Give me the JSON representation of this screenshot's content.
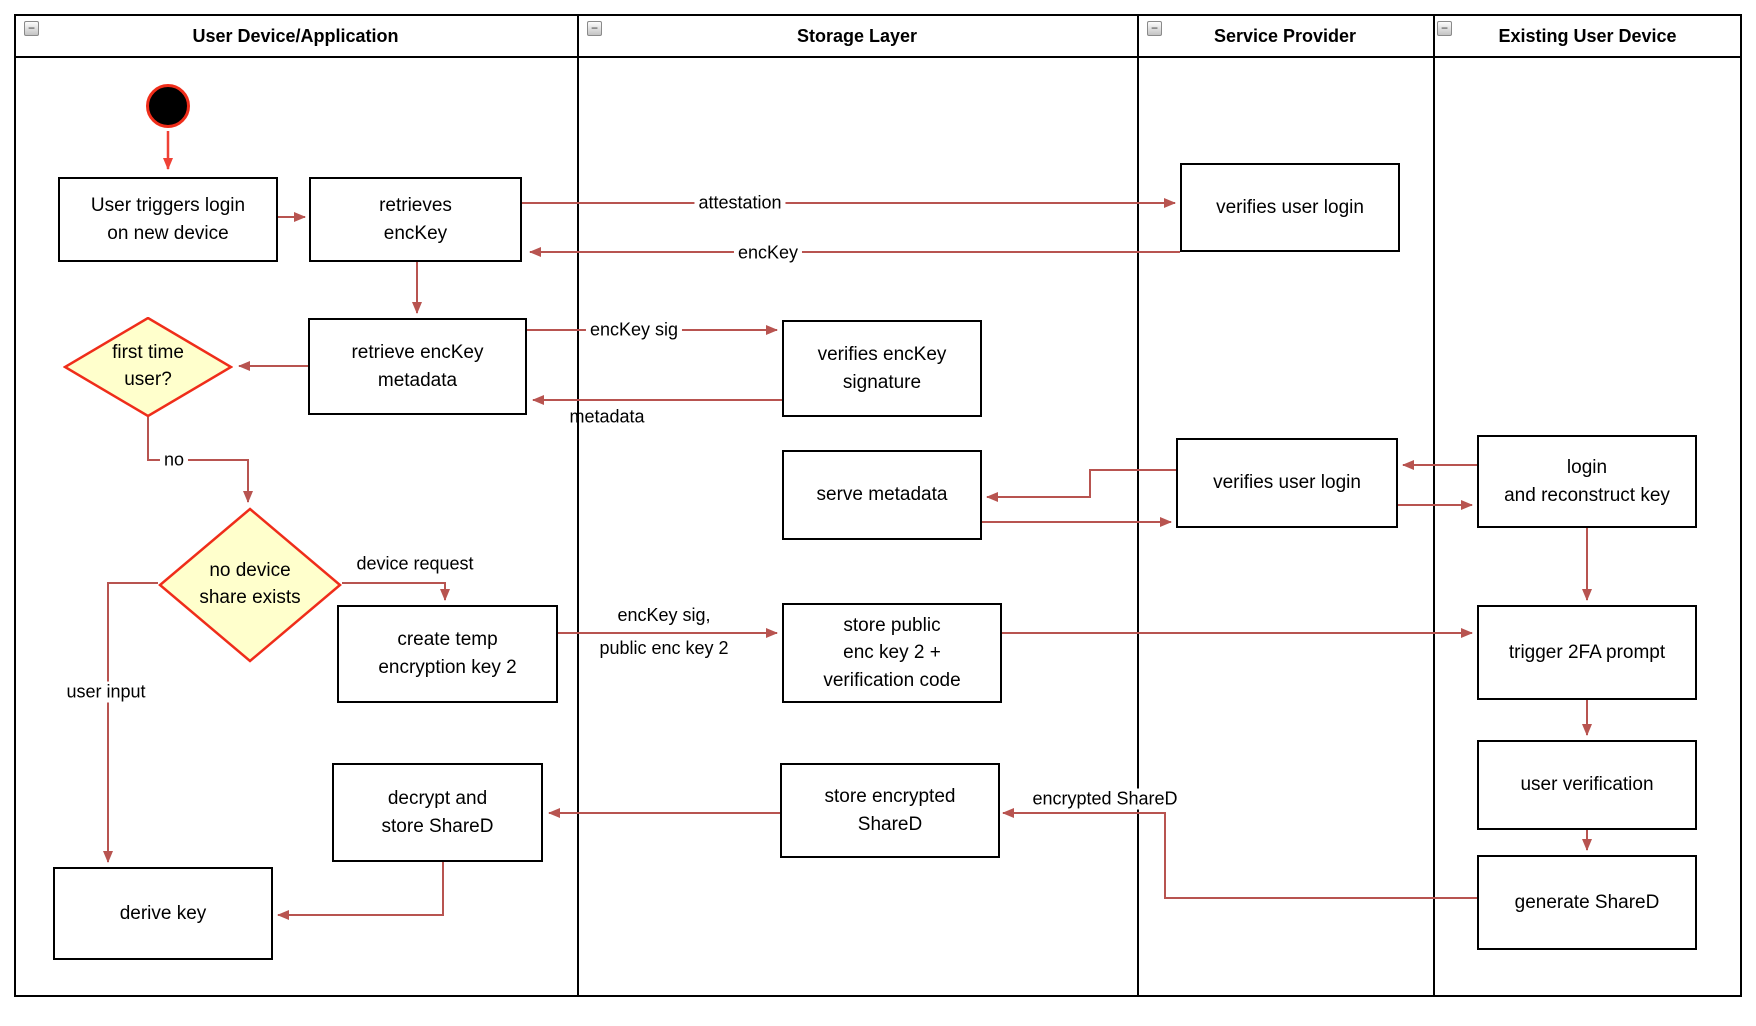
{
  "lanes": [
    {
      "title": "User Device/Application"
    },
    {
      "title": "Storage Layer"
    },
    {
      "title": "Service Provider"
    },
    {
      "title": "Existing User Device"
    }
  ],
  "icons": {
    "collapse_glyph": "−"
  },
  "nodes": {
    "start": {
      "label": ""
    },
    "user_triggers": {
      "label": "User triggers login\non new device"
    },
    "retrieves_enckey": {
      "label": "retrieves\nencKey"
    },
    "retrieve_metadata": {
      "label": "retrieve encKey\nmetadata"
    },
    "first_time_user": {
      "label": "first time\nuser?"
    },
    "no_device_share": {
      "label": "no device\nshare exists"
    },
    "create_temp_key": {
      "label": "create temp\nencryption key 2"
    },
    "decrypt_store_shared": {
      "label": "decrypt and\nstore ShareD"
    },
    "derive_key": {
      "label": "derive key"
    },
    "verifies_enckey_signature": {
      "label": "verifies encKey\nsignature"
    },
    "serve_metadata": {
      "label": "serve metadata"
    },
    "store_public_key": {
      "label": "store public\nenc key 2 +\nverification code"
    },
    "store_encrypted_shared": {
      "label": "store encrypted\nShareD"
    },
    "verifies_user_login_top": {
      "label": "verifies user login"
    },
    "verifies_user_login_mid": {
      "label": "verifies user login"
    },
    "login_reconstruct": {
      "label": "login\nand reconstruct key"
    },
    "trigger_2fa": {
      "label": "trigger 2FA prompt"
    },
    "user_verification": {
      "label": "user verification"
    },
    "generate_shared": {
      "label": "generate ShareD"
    }
  },
  "edge_labels": {
    "attestation": "attestation",
    "enckey": "encKey",
    "enckey_sig": "encKey sig",
    "metadata": "metadata",
    "no": "no",
    "device_request": "device request",
    "enckey_sig_public": "encKey sig,\npublic enc key 2",
    "user_input": "user input",
    "encrypted_shared": "encrypted ShareD"
  },
  "colors": {
    "edge_arrow": "#b85450",
    "accent_red": "#ef2d1a",
    "start_arrow": "#ef4136",
    "diamond_fill": "#ffffcc",
    "node_border": "#000000"
  }
}
